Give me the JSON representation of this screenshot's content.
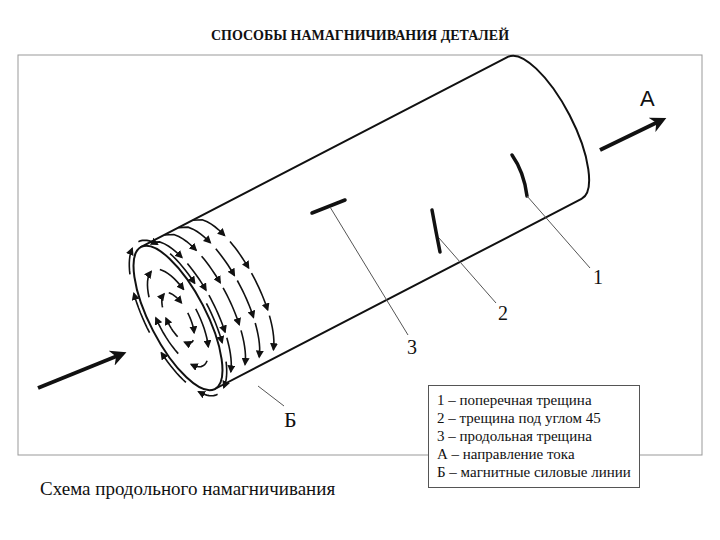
{
  "diagram": {
    "title": "СПОСОБЫ НАМАГНИЧИВАНИЯ ДЕТАЛЕЙ",
    "caption": "Схема продольного намагничивания",
    "labels": [
      "А",
      "Б",
      "1",
      "2",
      "3"
    ],
    "legend": [
      {
        "text": "1 – поперечная трещина"
      },
      {
        "text": "2 – трещина под углом 45"
      },
      {
        "text": "3 – продольная трещина"
      },
      {
        "text": "А – направление тока"
      },
      {
        "text": "Б – магнитные силовые линии"
      }
    ]
  }
}
